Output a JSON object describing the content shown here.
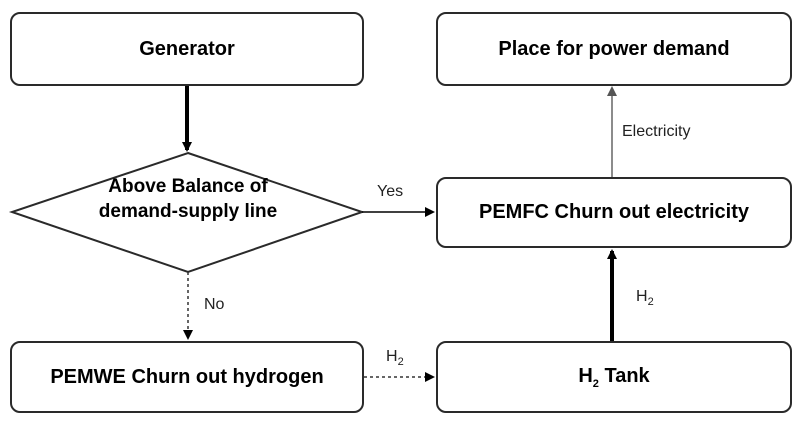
{
  "nodes": {
    "generator": "Generator",
    "place": "Place for power demand",
    "decision": "Above Balance of demand-supply line",
    "pemfc": "PEMFC Churn out electricity",
    "pemwe": "PEMWE Churn out hydrogen",
    "tank_main": "H",
    "tank_sub": "2",
    "tank_rest": " Tank"
  },
  "edges": {
    "yes": "Yes",
    "no": "No",
    "electricity": "Electricity",
    "h2_main": "H",
    "h2_sub": "2"
  }
}
